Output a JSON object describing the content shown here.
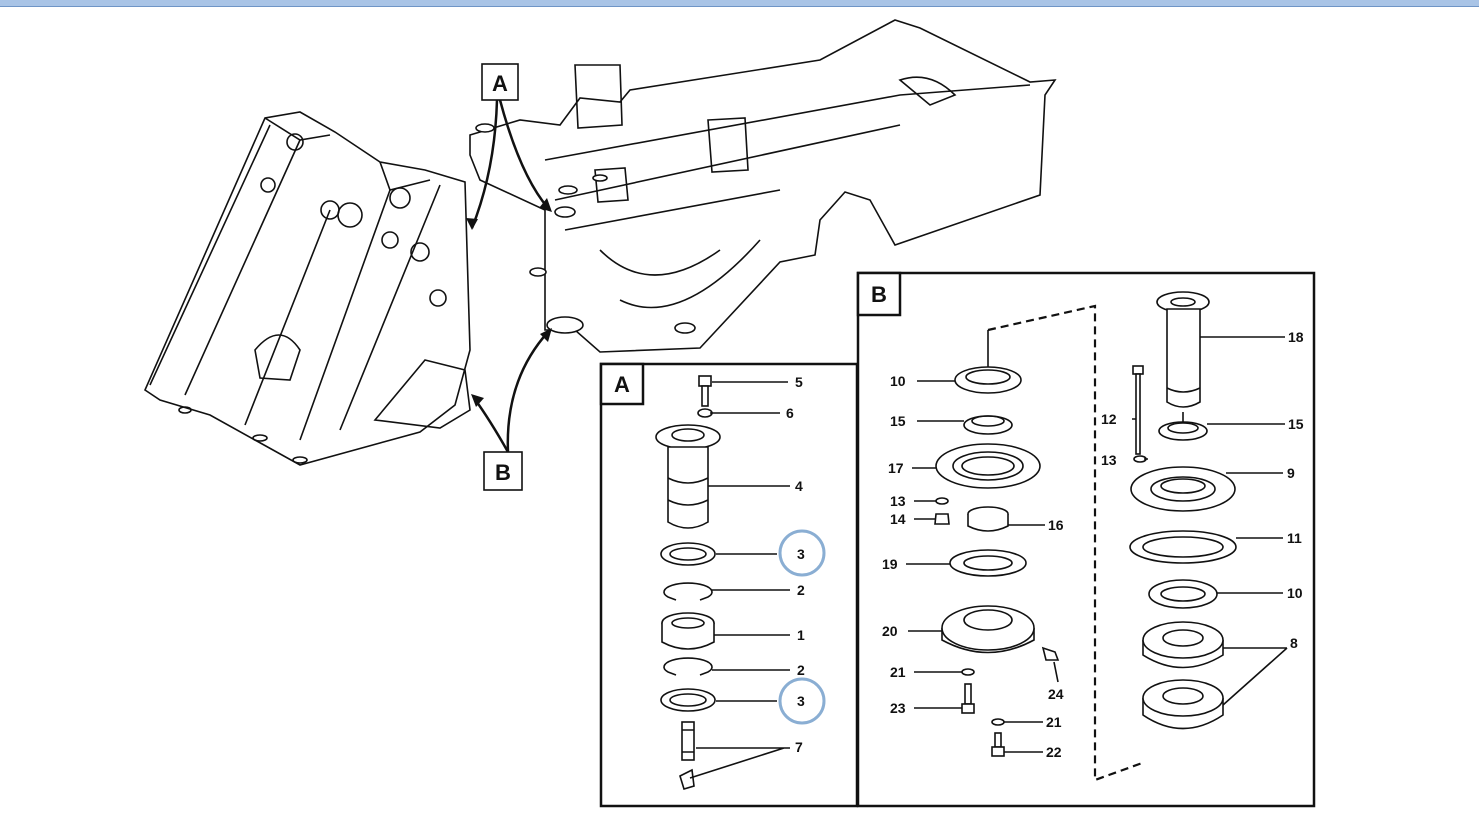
{
  "header": {
    "accent_color": "#a9c4e6"
  },
  "highlight_color": "#8aaed3",
  "callouts": {
    "a": "A",
    "b": "B"
  },
  "detail_a": {
    "title": "A",
    "parts": {
      "p5": "5",
      "p6": "6",
      "p4": "4",
      "p3a": "3",
      "p2a": "2",
      "p1": "1",
      "p2b": "2",
      "p3b": "3",
      "p7": "7"
    }
  },
  "detail_b": {
    "title": "B",
    "parts": {
      "p10a": "10",
      "p15a": "15",
      "p17": "17",
      "p13a": "13",
      "p14": "14",
      "p16": "16",
      "p19": "19",
      "p20": "20",
      "p21a": "21",
      "p23": "23",
      "p24": "24",
      "p21b": "21",
      "p22": "22",
      "p18": "18",
      "p12": "12",
      "p15b": "15",
      "p13b": "13",
      "p9": "9",
      "p11": "11",
      "p10b": "10",
      "p8": "8"
    }
  }
}
